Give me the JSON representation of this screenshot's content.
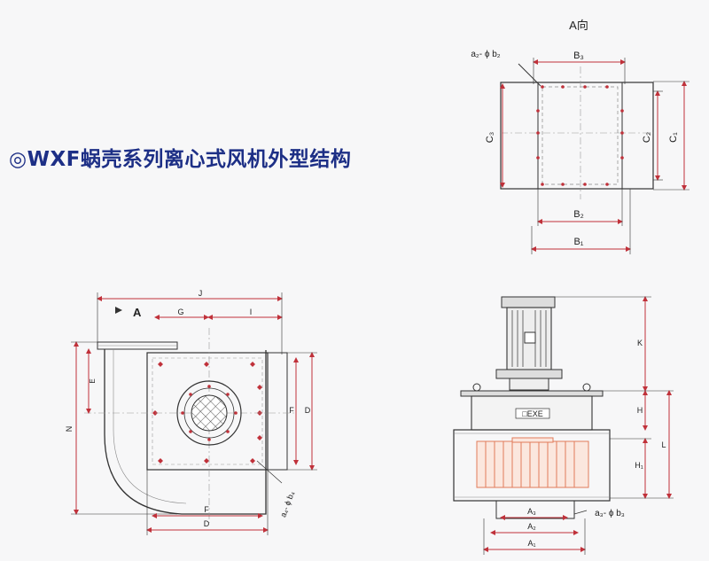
{
  "title": "◎WXF蜗壳系列离心式风机外型结构",
  "view_a": {
    "header": "A向",
    "hole_spec": "a₂- ϕ b₂",
    "labels": {
      "b3": "B₃",
      "b2": "B₂",
      "b1": "B₁",
      "c3": "C₃",
      "c2": "C₂",
      "c1": "C₁"
    }
  },
  "front_view": {
    "arrow_label": "A",
    "hole_spec": "a₄- ϕ b₄",
    "labels": {
      "j": "J",
      "g": "G",
      "i": "I",
      "e": "E",
      "n": "N",
      "f_right": "F",
      "d_right": "D",
      "f_bottom": "F",
      "d_bottom": "D"
    }
  },
  "side_view": {
    "motor_plate": "□EXE",
    "hole_spec": "a₃- ϕ b₃",
    "labels": {
      "k": "K",
      "h": "H",
      "l": "L",
      "h1": "H₁",
      "a3": "A₃",
      "a2": "A₂",
      "a1": "A₁"
    }
  },
  "colors": {
    "dim_line": "#c0313a",
    "title": "#1d2f86",
    "outline": "#333333",
    "impeller": "#e07b5a"
  }
}
